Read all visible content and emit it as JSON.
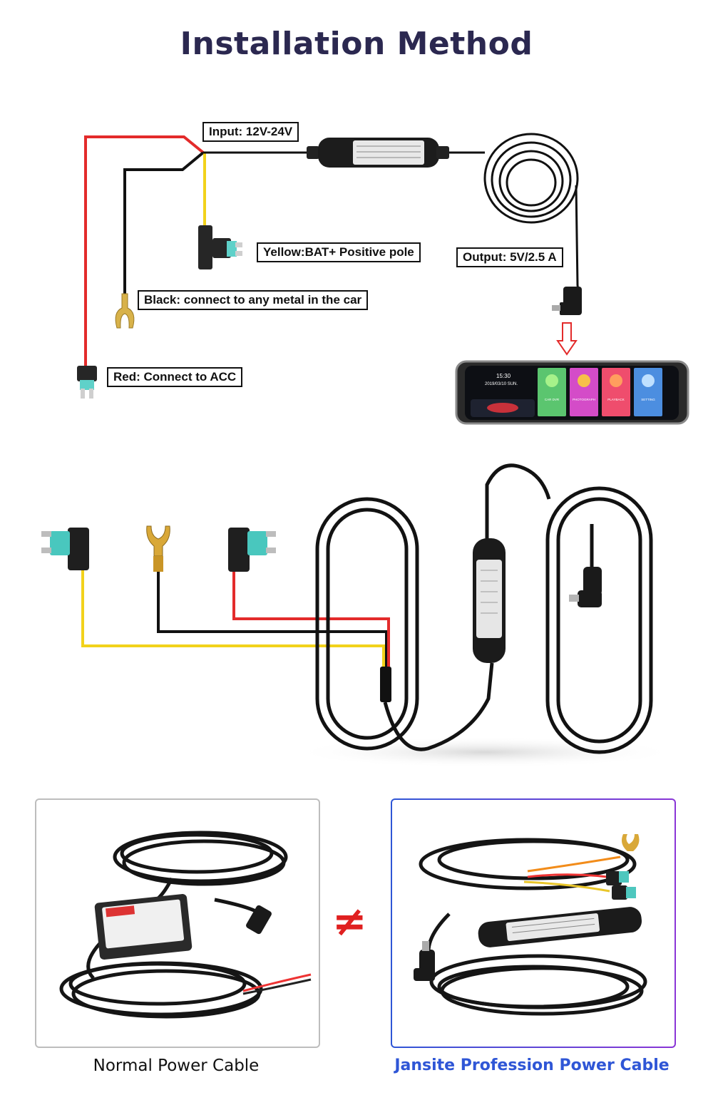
{
  "title": "Installation Method",
  "labels": {
    "input": "Input: 12V-24V",
    "yellow": "Yellow:BAT+ Positive pole",
    "output": "Output: 5V/2.5 A",
    "black": "Black: connect to any metal in the car",
    "red": "Red: Connect to ACC"
  },
  "screen": {
    "time": "15:30",
    "date": "2019/03/10  SUN.",
    "tiles": [
      "CAR DVR",
      "PHOTOGRAPH",
      "PLAYBACK",
      "SETTING"
    ]
  },
  "comparison": {
    "symbol": "≠",
    "left_caption": "Normal Power Cable",
    "right_caption": "Jansite Profession Power Cable"
  },
  "colors": {
    "title": "#2b2850",
    "red_wire": "#e32b2b",
    "yellow_wire": "#f2d21b",
    "black_wire": "#111111",
    "accent_blue": "#2f56d6",
    "not_equal": "#e02020"
  }
}
